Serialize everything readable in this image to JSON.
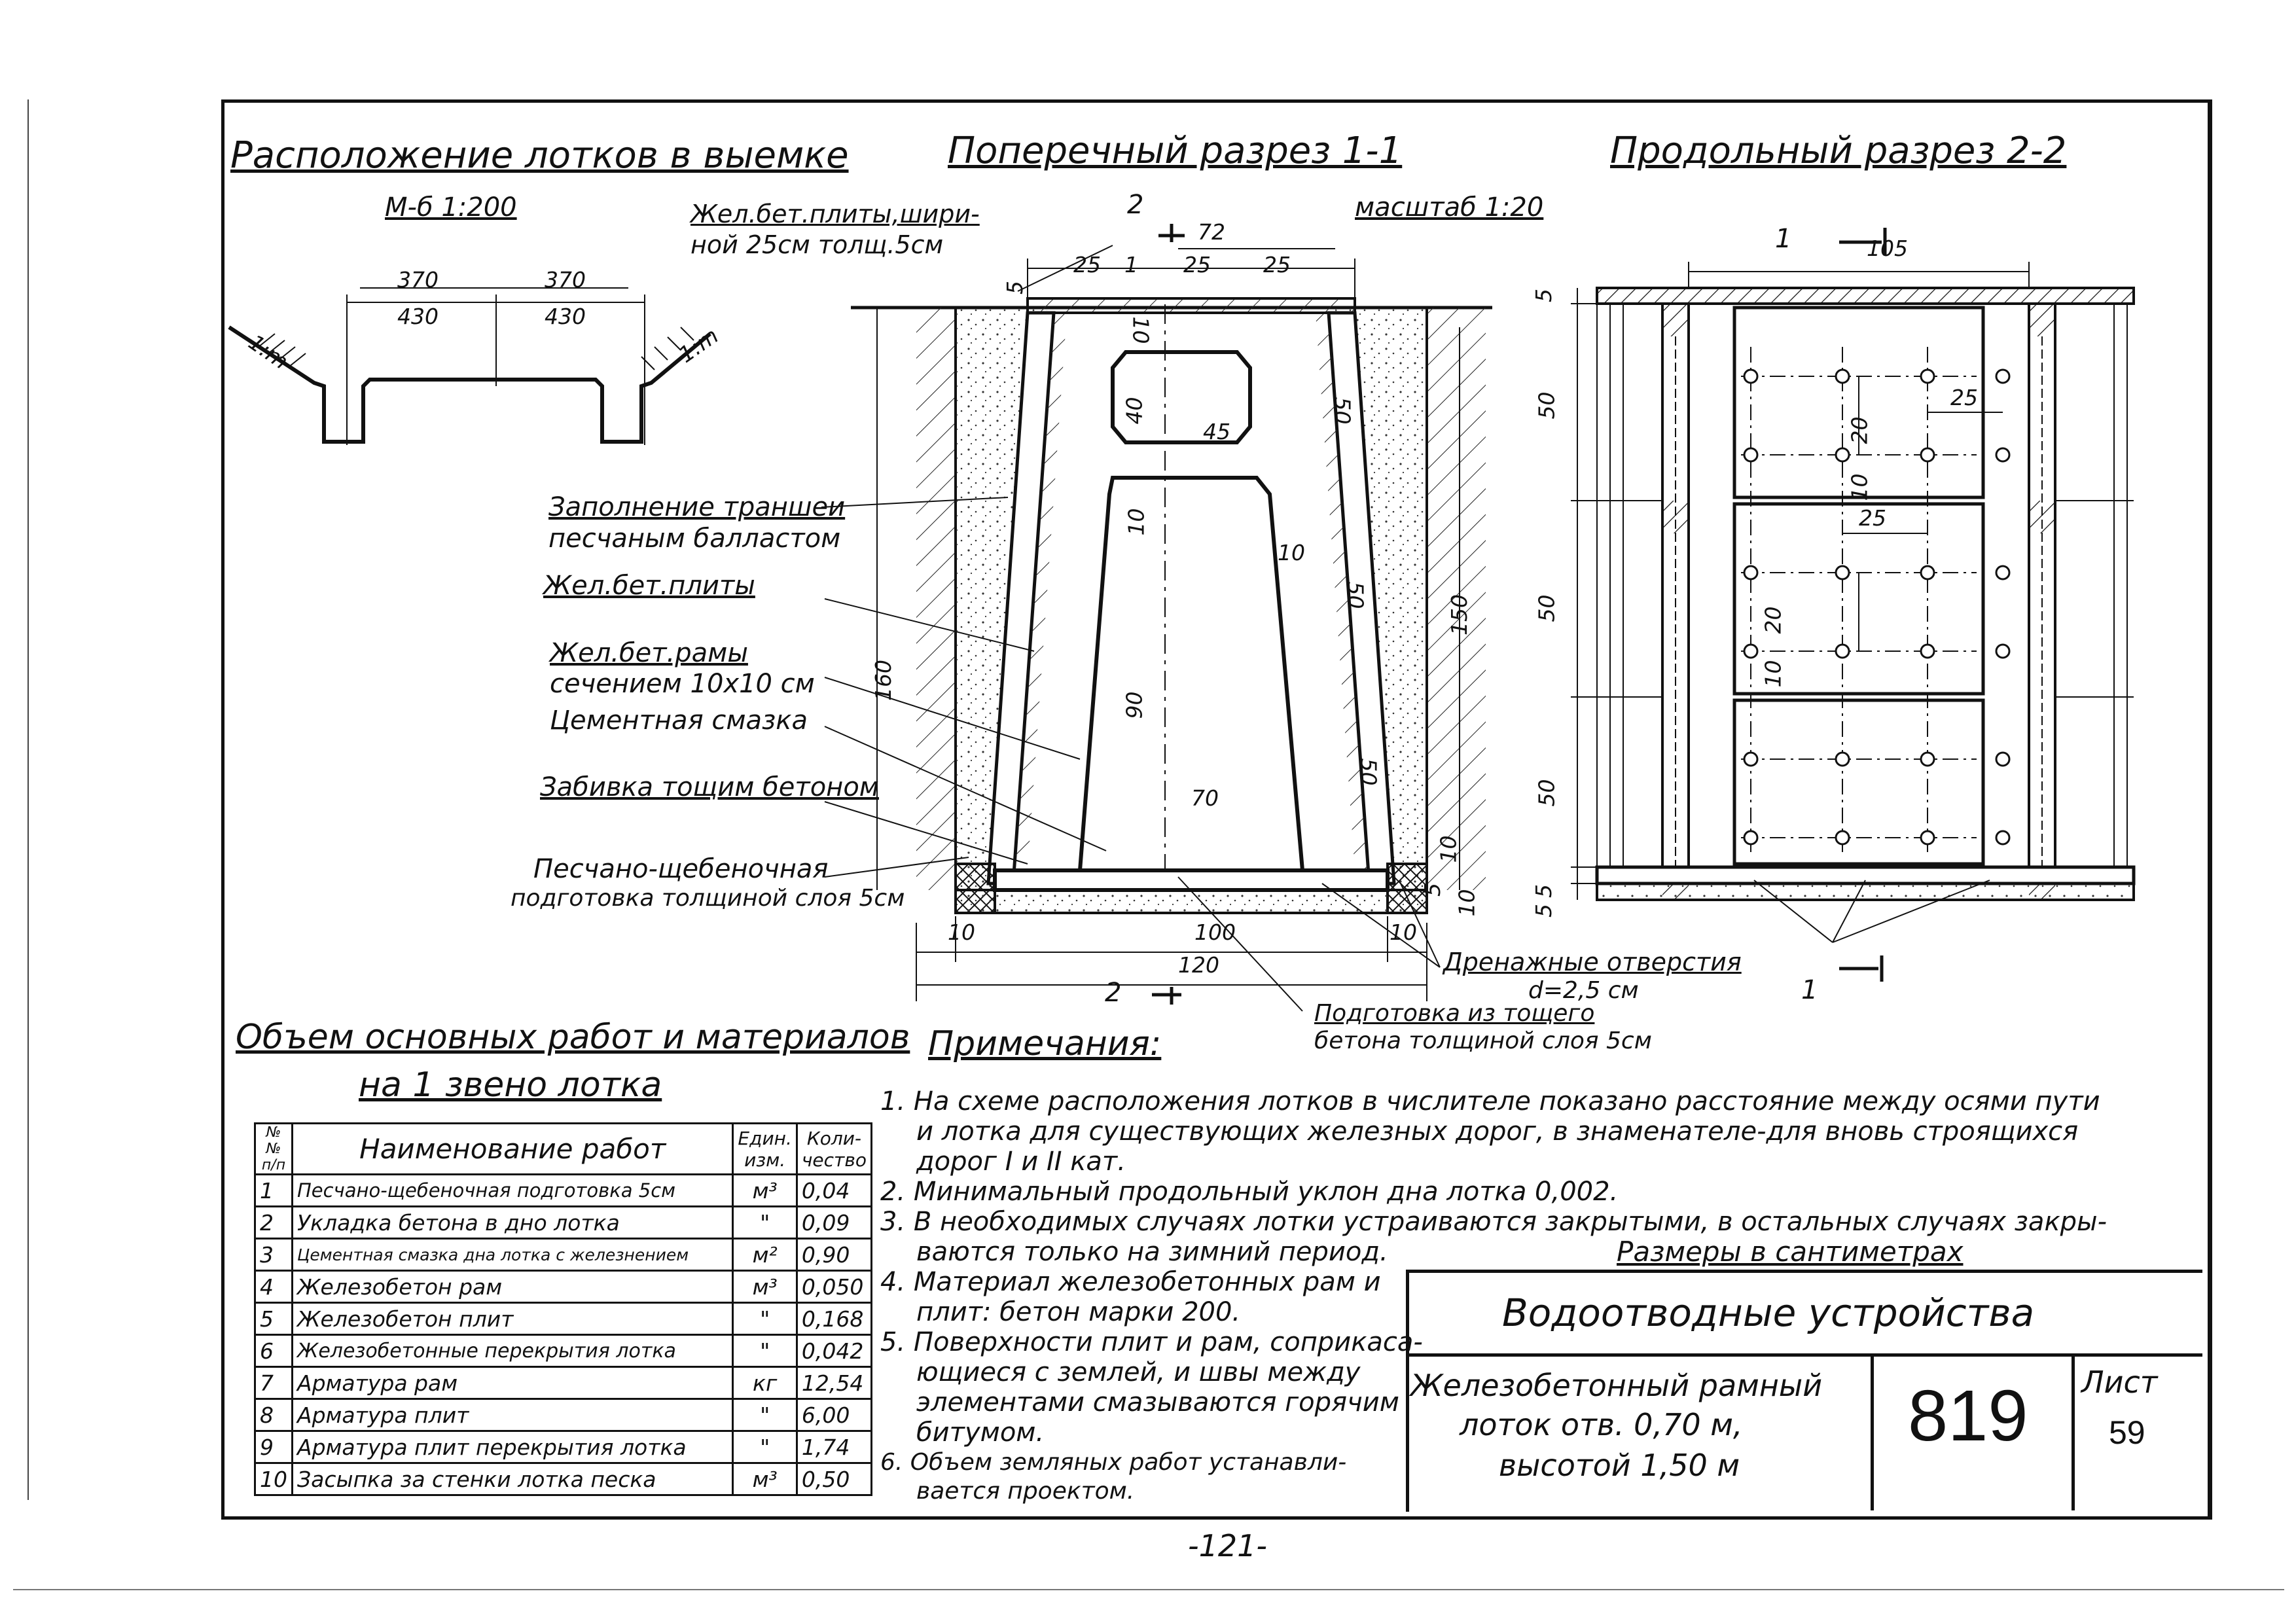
{
  "titles": {
    "layout": "Расположение лотков в выемке",
    "cross": "Поперечный разрез 1-1",
    "longi": "Продольный разрез 2-2",
    "scale_layout": "М-б   1:200",
    "scale_main": "масштаб 1:20"
  },
  "layout_scheme": {
    "slope_left": "1:m",
    "slope_right": "1:m",
    "dim_top_left": "370",
    "dim_top_right": "370",
    "dim_bot_left": "430",
    "dim_bot_right": "430"
  },
  "cross_section": {
    "cut_mark": "2",
    "dims": {
      "d72": "72",
      "d25a": "25",
      "d1": "1",
      "d25b": "25",
      "d25c": "25",
      "d5": "5",
      "d10a": "10",
      "d40": "40",
      "d45": "45",
      "d10b": "10",
      "d10c": "10",
      "d50a": "50",
      "d50b": "50",
      "d50c": "50",
      "d90": "90",
      "d70": "70",
      "d160": "160",
      "d150": "150",
      "d10r1": "10",
      "d5r": "5",
      "d10r2": "10",
      "d10l": "10",
      "d100": "100",
      "d10rb": "10",
      "d120": "120",
      "cut2": "2"
    }
  },
  "callouts": [
    "Жел.бет.плиты,шири-",
    "ной 25см толщ.5см",
    "Заполнение траншеи",
    "песчаным балластом",
    "Жел.бет.плиты",
    "Жел.бет.рамы",
    "сечением 10х10 см",
    "Цементная смазка",
    "Забивка тощим бетоном",
    "Песчано-щебеночная",
    "подготовка толщиной слоя 5см",
    "Дренажные отверстия",
    "d=2,5 см",
    "Подготовка из тощего",
    "бетона толщиной слоя 5см"
  ],
  "long_section": {
    "cut_mark": "1",
    "cut_mark_bottom": "1",
    "d105": "105",
    "d5a": "5",
    "d50a": "50",
    "d50b": "50",
    "d50c": "50",
    "d5b": "5",
    "d5c": "5",
    "d25a": "25",
    "d20a": "20",
    "d10a": "10",
    "d25b": "25",
    "d20b": "20",
    "d10b": "10"
  },
  "works": {
    "title": "Объем основных работ и материалов",
    "subtitle": "на 1 звено лотка",
    "headers": [
      "№№ п/п",
      "Наименование работ",
      "Един. изм.",
      "Коли- чество"
    ],
    "rows": [
      [
        "1",
        "Песчано-щебеночная подготовка 5см",
        "м³",
        "0,04"
      ],
      [
        "2",
        "Укладка бетона в дно лотка",
        "\"",
        "0,09"
      ],
      [
        "3",
        "Цементная смазка дна лотка с железнением",
        "м²",
        "0,90"
      ],
      [
        "4",
        "Железобетон рам",
        "м³",
        "0,050"
      ],
      [
        "5",
        "Железобетон плит",
        "\"",
        "0,168"
      ],
      [
        "6",
        "Железобетонные перекрытия лотка",
        "\"",
        "0,042"
      ],
      [
        "7",
        "Арматура рам",
        "кг",
        "12,54"
      ],
      [
        "8",
        "Арматура плит",
        "\"",
        "6,00"
      ],
      [
        "9",
        "Арматура плит перекрытия лотка",
        "\"",
        "1,74"
      ],
      [
        "10",
        "Засыпка за стенки лотка песка",
        "м³",
        "0,50"
      ]
    ]
  },
  "notes": {
    "title": "Примечания:",
    "lines": [
      "1. На схеме расположения лотков в числителе показано расстояние между осями пути",
      "и лотка для существующих железных дорог, в знаменателе-для вновь строящихся",
      "дорог I и II кат.",
      "2. Минимальный продольный уклон дна лотка 0,002.",
      "3. В необходимых случаях лотки устраиваются закрытыми, в остальных случаях закры-",
      "ваются только на зимний период.",
      "4. Материал железобетонных рам и",
      "плит: бетон марки 200.",
      "5. Поверхности плит и рам, соприкаса-",
      "ющиеся с землей, и швы между",
      "элементами смазываются горячим",
      "битумом.",
      "6. Объем земляных работ устанавли-",
      "вается проектом."
    ],
    "sizes": "Размеры в сантиметрах"
  },
  "title_block": {
    "name": "Водоотводные устройства",
    "desc1": "Железобетонный рамный",
    "desc2": "лоток отв. 0,70 м,",
    "desc3": "высотой 1,50 м",
    "number": "819",
    "sheet_label": "Лист",
    "sheet_no": "59"
  },
  "page_number": "-121-"
}
